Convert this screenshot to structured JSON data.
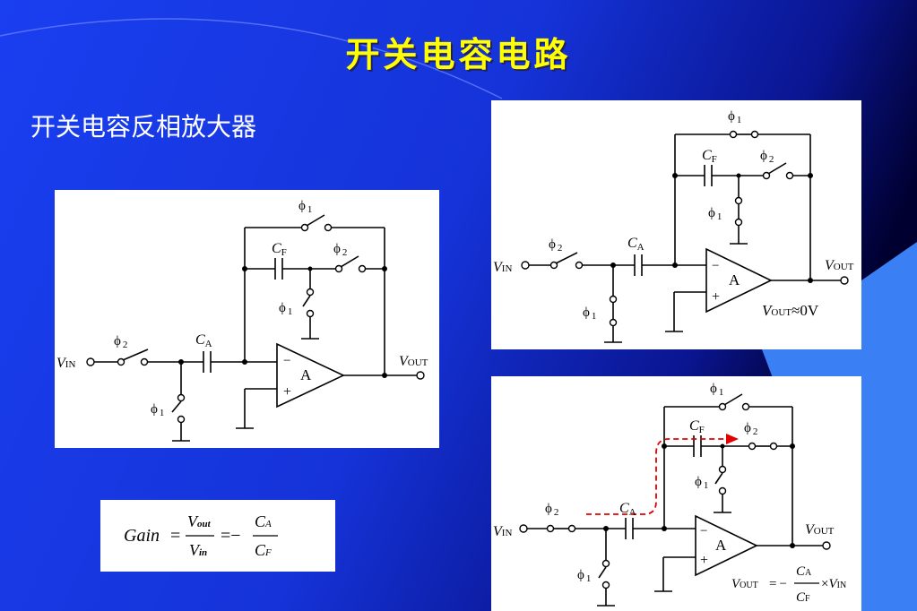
{
  "slide": {
    "title": "开关电容电路",
    "subtitle": "开关电容反相放大器"
  },
  "labels": {
    "phi": "ϕ",
    "sub_1": "1",
    "sub_2": "2",
    "C": "C",
    "sub_F": "F",
    "sub_A": "A",
    "V": "V",
    "sub_IN": "IN",
    "sub_OUT": "OUT",
    "opamp": "A",
    "minus": "−",
    "plus": "+",
    "approx_0v": "≈0V",
    "eq_prefix": "=",
    "eq_minus": "−",
    "eq_times": "×"
  },
  "formula": {
    "gain": "Gain",
    "eq": "=",
    "neg": "=−",
    "num1": "V",
    "num1_sub": "out",
    "den1": "V",
    "den1_sub": "in",
    "num2": "C",
    "num2_sub": "A",
    "den2": "C",
    "den2_sub": "F"
  },
  "colors": {
    "background_dark": "#0a0a9a",
    "background_light": "#1f4cf0",
    "title": "#ffff00",
    "accent_arrow": "#e00000",
    "panel": "#ffffff"
  }
}
